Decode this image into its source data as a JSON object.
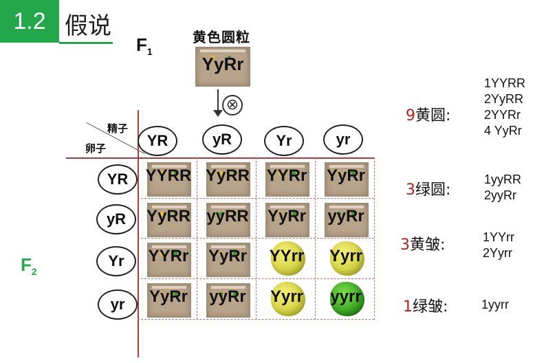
{
  "header": {
    "section_number": "1.2",
    "section_title": "假说"
  },
  "parents": {
    "generation_label": "F",
    "generation_sub": "1",
    "phenotype": "黄色圆粒",
    "genotype": "YyRr",
    "cross_symbol": "⊗"
  },
  "grid": {
    "corner_top": "精子",
    "corner_bottom": "卵子",
    "sperm_gametes": [
      "YR",
      "yR",
      "Yr",
      "yr"
    ],
    "egg_gametes": [
      "YR",
      "yR",
      "Yr",
      "yr"
    ],
    "cells": [
      [
        "YYRR",
        "YyRR",
        "YYRr",
        "YyRr"
      ],
      [
        "YyRR",
        "yyRR",
        "YyRr",
        "yyRr"
      ],
      [
        "YYRr",
        "YyRr",
        "YYrr",
        "Yyrr"
      ],
      [
        "YyRr",
        "yyRr",
        "Yyrr",
        "yyrr"
      ]
    ],
    "seed_types": [
      [
        "yellow-round",
        "yellow-round",
        "yellow-round",
        "yellow-round"
      ],
      [
        "yellow-round",
        "green-round",
        "yellow-round",
        "green-round"
      ],
      [
        "yellow-round",
        "yellow-round",
        "yellow-wrinkled",
        "yellow-wrinkled"
      ],
      [
        "yellow-round",
        "green-round",
        "yellow-wrinkled",
        "green-wrinkled"
      ]
    ]
  },
  "offspring": {
    "generation_label": "F",
    "generation_sub": "2"
  },
  "colors": {
    "green_accent": "#22a84a",
    "red_number": "#b51e1e",
    "grid_red": "#b03a3a"
  },
  "ratios": [
    {
      "count": "9",
      "phenotype": "黄圆",
      "colon": ":",
      "genotypes": [
        "1YYRR",
        "2YyRR",
        "2YYRr",
        "4 YyRr"
      ]
    },
    {
      "count": "3",
      "phenotype": "绿圆",
      "colon": ":",
      "genotypes": [
        "1yyRR",
        "2yyRr"
      ]
    },
    {
      "count": "3",
      "phenotype": "黄皱",
      "colon": ":",
      "genotypes": [
        "1YYrr",
        "2Yyrr"
      ]
    },
    {
      "count": "1",
      "phenotype": "绿皱",
      "colon": ":",
      "genotypes": [
        "1yyrr"
      ]
    }
  ]
}
